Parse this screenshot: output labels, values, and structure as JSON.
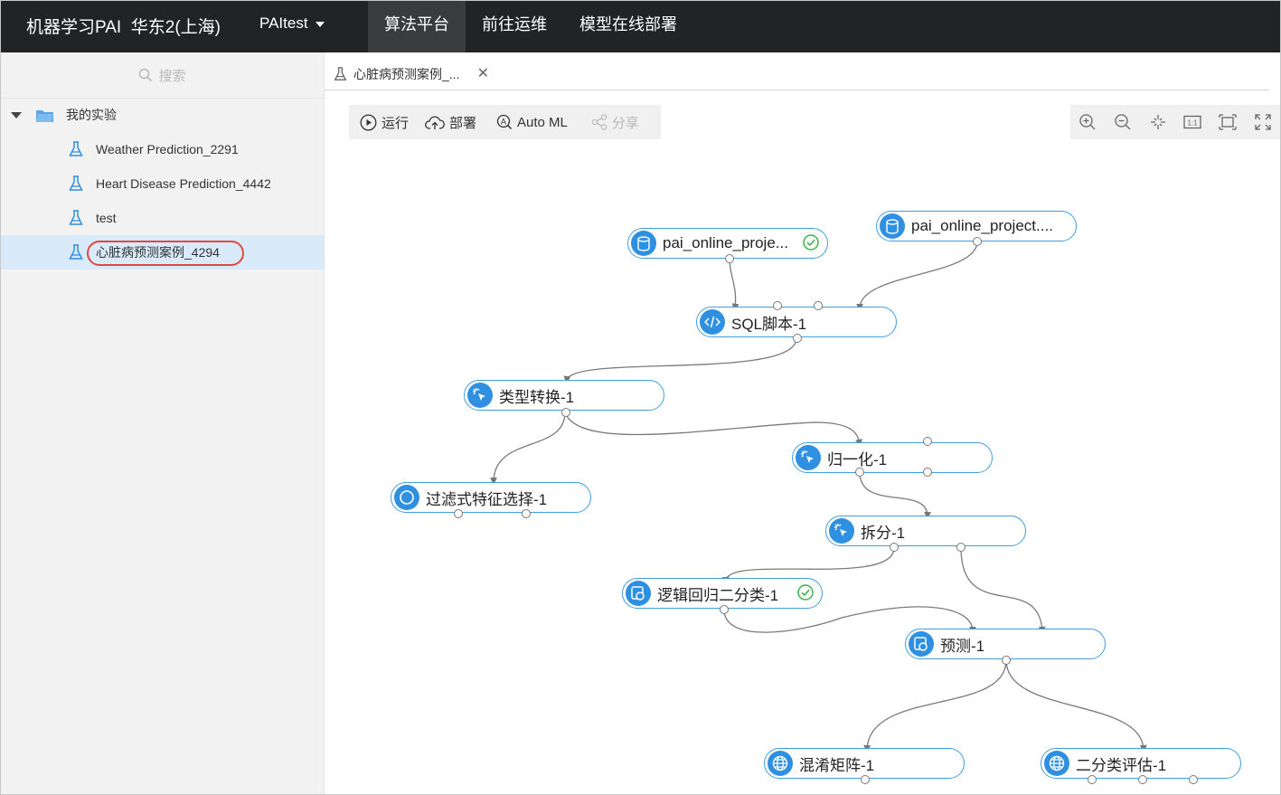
{
  "app": {
    "brand": "机器学习PAI",
    "region": "华东2(上海)",
    "project": "PAItest",
    "nav": [
      "算法平台",
      "前往运维",
      "模型在线部署"
    ],
    "active_nav": 0
  },
  "sidebar": {
    "search_placeholder": "搜索",
    "root_label": "我的实验",
    "items": [
      "Weather Prediction_2291",
      "Heart Disease Prediction_4442",
      "test",
      "心脏病预测案例_4294"
    ],
    "selected_index": 3
  },
  "tab": {
    "label": "心脏病预测案例_..."
  },
  "toolbar": {
    "run": "运行",
    "deploy": "部署",
    "automl": "Auto ML",
    "share": "分享"
  },
  "zoom_tools": [
    "zoom-in-icon",
    "zoom-out-icon",
    "fit-center-icon",
    "actual-size-icon",
    "fit-screen-icon",
    "fullscreen-icon"
  ],
  "nodes": [
    {
      "id": "src1",
      "label": "pai_online_proje...",
      "icon": "database-icon",
      "status": "success"
    },
    {
      "id": "src2",
      "label": "pai_online_project....",
      "icon": "database-icon"
    },
    {
      "id": "sql",
      "label": "SQL脚本-1",
      "icon": "code-icon"
    },
    {
      "id": "typecast",
      "label": "类型转换-1",
      "icon": "click-icon"
    },
    {
      "id": "normalize",
      "label": "归一化-1",
      "icon": "click-icon"
    },
    {
      "id": "filter",
      "label": "过滤式特征选择-1",
      "icon": "circle-icon"
    },
    {
      "id": "split",
      "label": "拆分-1",
      "icon": "click-icon"
    },
    {
      "id": "lr",
      "label": "逻辑回归二分类-1",
      "icon": "model-icon",
      "status": "success"
    },
    {
      "id": "predict",
      "label": "预测-1",
      "icon": "model-icon"
    },
    {
      "id": "confusion",
      "label": "混淆矩阵-1",
      "icon": "globe-icon"
    },
    {
      "id": "bineval",
      "label": "二分类评估-1",
      "icon": "globe-icon"
    }
  ],
  "colors": {
    "accent": "#2f8fe0",
    "node_border": "#3f9de0",
    "success": "#3bb34a",
    "topbar": "#222324",
    "selected_row": "#d9ebfb",
    "highlight": "#e14a3a"
  }
}
